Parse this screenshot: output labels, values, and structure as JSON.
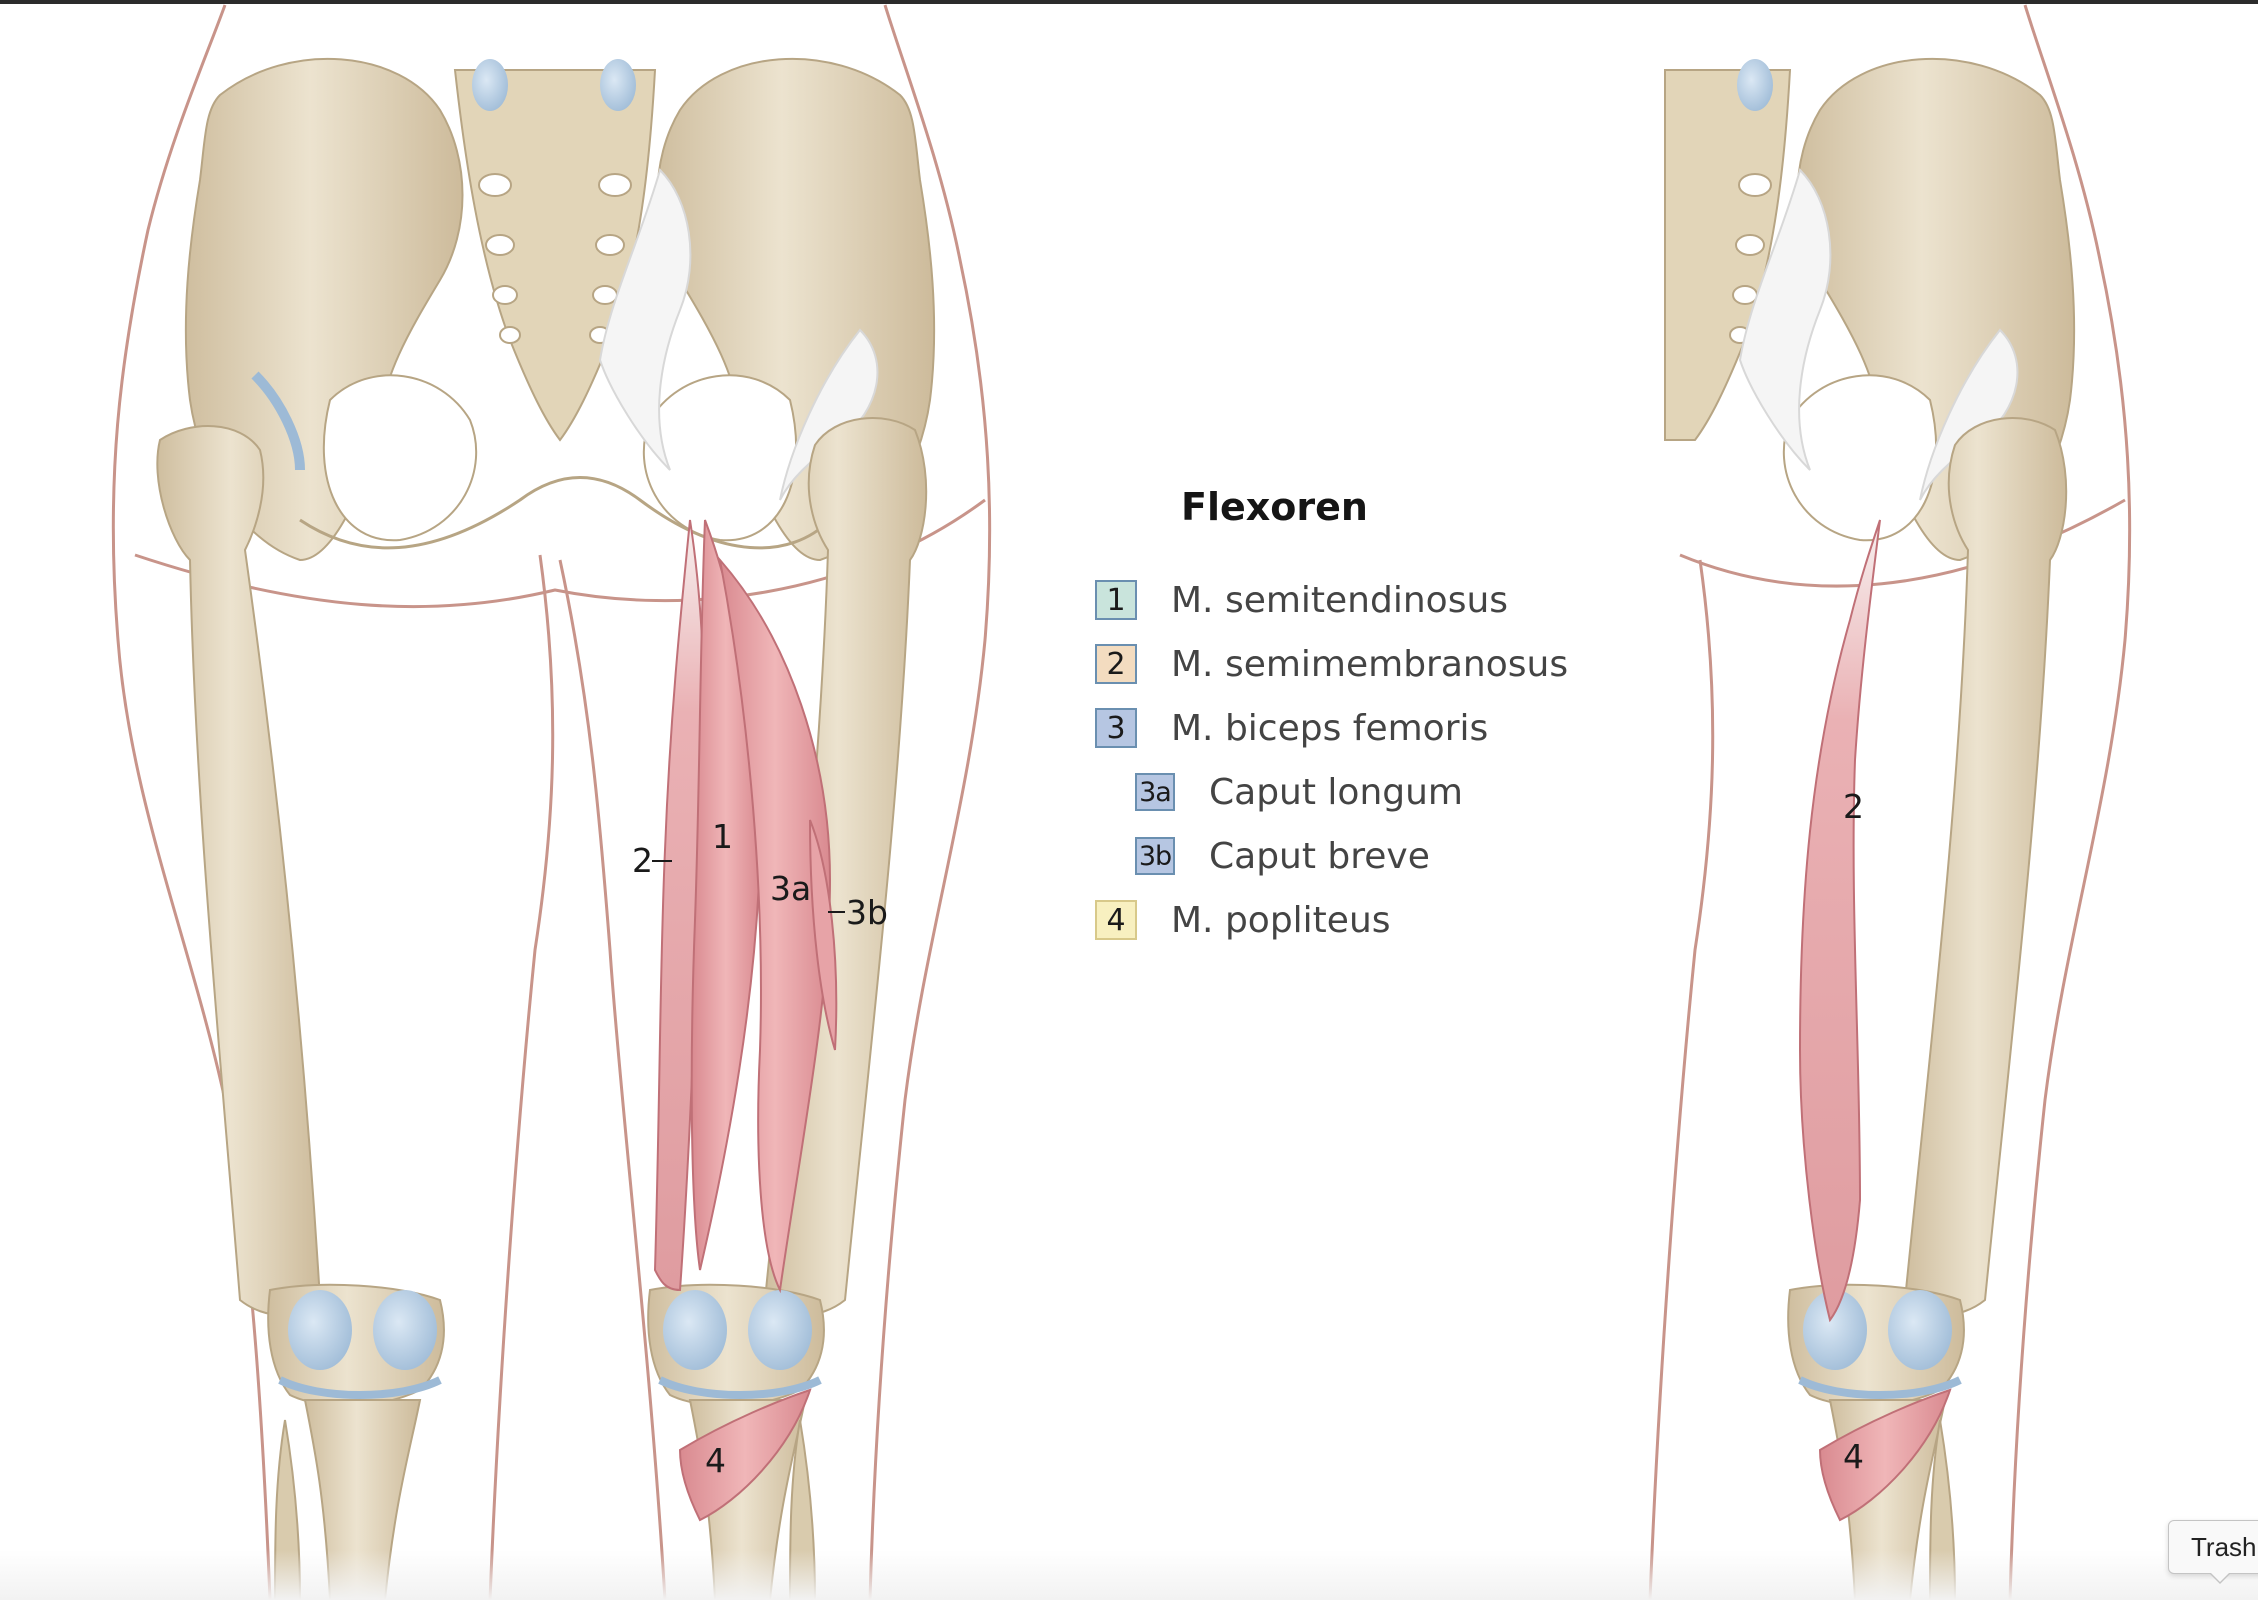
{
  "legend": {
    "title": "Flexoren",
    "items": [
      {
        "key": "1",
        "label": "M. semitendinosus",
        "color": "#c9e4dc"
      },
      {
        "key": "2",
        "label": "M. semimembranosus",
        "color": "#f3dcc0"
      },
      {
        "key": "3",
        "label": "M. biceps femoris",
        "color": "#b6c6e2"
      },
      {
        "key": "3a",
        "label": "Caput longum",
        "color": "#b6c6e2",
        "sub": true
      },
      {
        "key": "3b",
        "label": "Caput breve",
        "color": "#b6c6e2",
        "sub": true
      },
      {
        "key": "4",
        "label": "M. popliteus",
        "color": "#f8f0c0"
      }
    ]
  },
  "left_figure_labels": {
    "l1": "1",
    "l2": "2",
    "l3a": "3a",
    "l3b": "3b",
    "l4": "4"
  },
  "right_figure_labels": {
    "l2": "2",
    "l4": "4"
  },
  "tooltip": {
    "text": "Trash"
  },
  "colors": {
    "bone": "#e4d8bf",
    "bone_shade": "#cbb99a",
    "muscle": "#e3a2a6",
    "cartilage": "#bcd3e6",
    "ligament": "#f3f3f3",
    "skin_outline": "#c8948a"
  }
}
